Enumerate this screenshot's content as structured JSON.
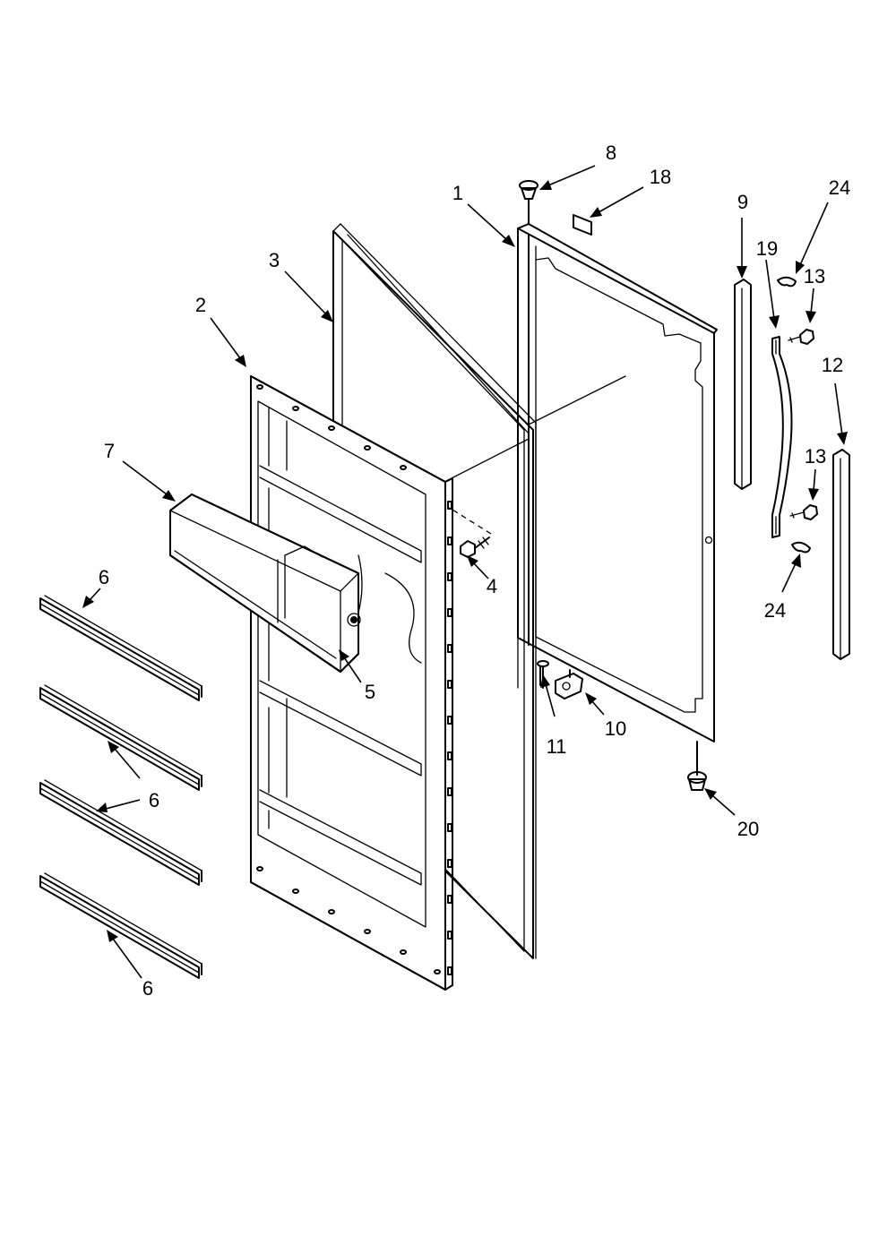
{
  "callouts": [
    {
      "id": "c1",
      "label": "1"
    },
    {
      "id": "c2",
      "label": "2"
    },
    {
      "id": "c3",
      "label": "3"
    },
    {
      "id": "c4",
      "label": "4"
    },
    {
      "id": "c5",
      "label": "5"
    },
    {
      "id": "c6a",
      "label": "6"
    },
    {
      "id": "c6b",
      "label": "6"
    },
    {
      "id": "c6c",
      "label": "6"
    },
    {
      "id": "c7",
      "label": "7"
    },
    {
      "id": "c8",
      "label": "8"
    },
    {
      "id": "c9",
      "label": "9"
    },
    {
      "id": "c10",
      "label": "10"
    },
    {
      "id": "c11",
      "label": "11"
    },
    {
      "id": "c12",
      "label": "12"
    },
    {
      "id": "c13a",
      "label": "13"
    },
    {
      "id": "c13b",
      "label": "13"
    },
    {
      "id": "c18",
      "label": "18"
    },
    {
      "id": "c19",
      "label": "19"
    },
    {
      "id": "c20",
      "label": "20"
    },
    {
      "id": "c24a",
      "label": "24"
    },
    {
      "id": "c24b",
      "label": "24"
    }
  ]
}
